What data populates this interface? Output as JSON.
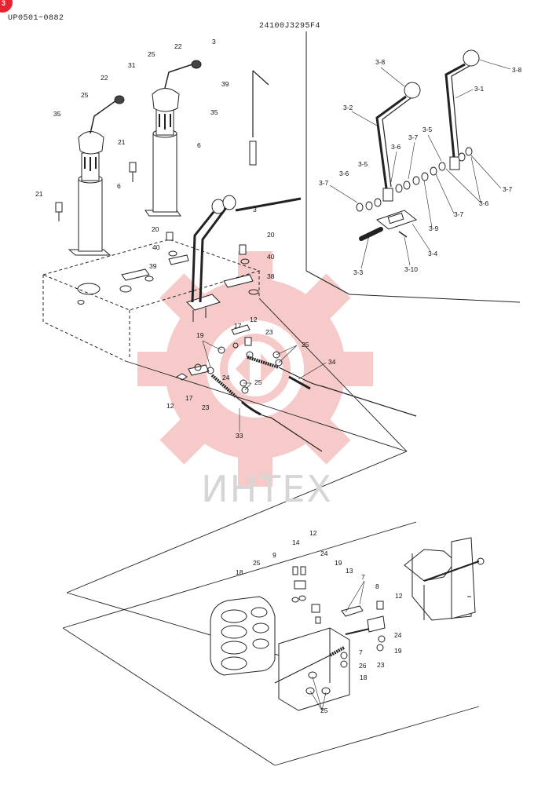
{
  "header": {
    "serial_range": "UP0501~0882",
    "drawing_number": "24100J3295F4"
  },
  "watermark": {
    "text": "ИНТЕХ",
    "gear_color": "#f2a0a0",
    "text_color": "#d6d6d6"
  },
  "corner_badge": {
    "label": "3",
    "color": "#e8232e"
  },
  "callouts": {
    "c_3a": "3",
    "c_3b": "3",
    "c_22a": "22",
    "c_22b": "22",
    "c_25a": "25",
    "c_25b": "25",
    "c_31": "31",
    "c_35a": "35",
    "c_35b": "35",
    "c_39a": "39",
    "c_39b": "39",
    "c_21a": "21",
    "c_21b": "21",
    "c_6a": "6",
    "c_6b": "6",
    "c_20a": "20",
    "c_20b": "20",
    "c_40a": "40",
    "c_40b": "40",
    "c_38": "38",
    "c_3_8a": "3-8",
    "c_3_8b": "3-8",
    "c_3_1": "3-1",
    "c_3_2": "3-2",
    "c_3_5a": "3-5",
    "c_3_5b": "3-5",
    "c_3_6a": "3-6",
    "c_3_6b": "3-6",
    "c_3_6c": "3-6",
    "c_3_7a": "3-7",
    "c_3_7b": "3-7",
    "c_3_7c": "3-7",
    "c_3_7d": "3-7",
    "c_3_9": "3-9",
    "c_3_4": "3-4",
    "c_3_3": "3-3",
    "c_3_10": "3-10",
    "c_12a": "12",
    "c_12b": "12",
    "c_17a": "17",
    "c_17b": "17",
    "c_19": "19",
    "c_23a": "23",
    "c_23b": "23",
    "c_24": "24",
    "c_25c": "25",
    "c_25d": "25",
    "c_34": "34",
    "c_33": "33",
    "c_12c": "12",
    "c_14": "14",
    "c_9": "9",
    "c_24b": "24",
    "c_25e": "25",
    "c_18a": "18",
    "c_19b": "19",
    "c_13": "13",
    "c_7a": "7",
    "c_8": "8",
    "c_12d": "12",
    "c_24c": "24",
    "c_19c": "19",
    "c_7b": "7",
    "c_26": "26",
    "c_18b": "18",
    "c_23c": "23",
    "c_25f": "25"
  }
}
